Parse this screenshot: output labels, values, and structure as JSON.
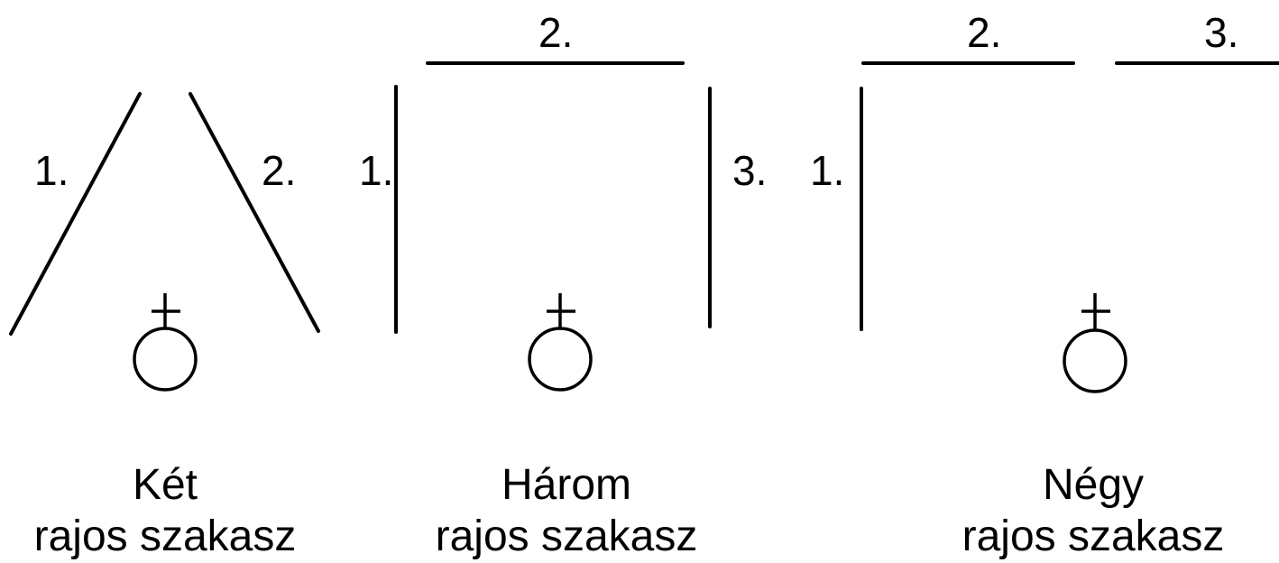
{
  "panels": [
    {
      "caption_line1": "Két",
      "caption_line2": "rajos szakasz",
      "segment_labels": [
        "1.",
        "2."
      ]
    },
    {
      "caption_line1": "Három",
      "caption_line2": "rajos szakasz",
      "segment_labels": [
        "1.",
        "2.",
        "3."
      ]
    },
    {
      "caption_line1": "Négy",
      "caption_line2": "rajos szakasz",
      "segment_labels": [
        "1.",
        "2.",
        "3."
      ]
    }
  ]
}
